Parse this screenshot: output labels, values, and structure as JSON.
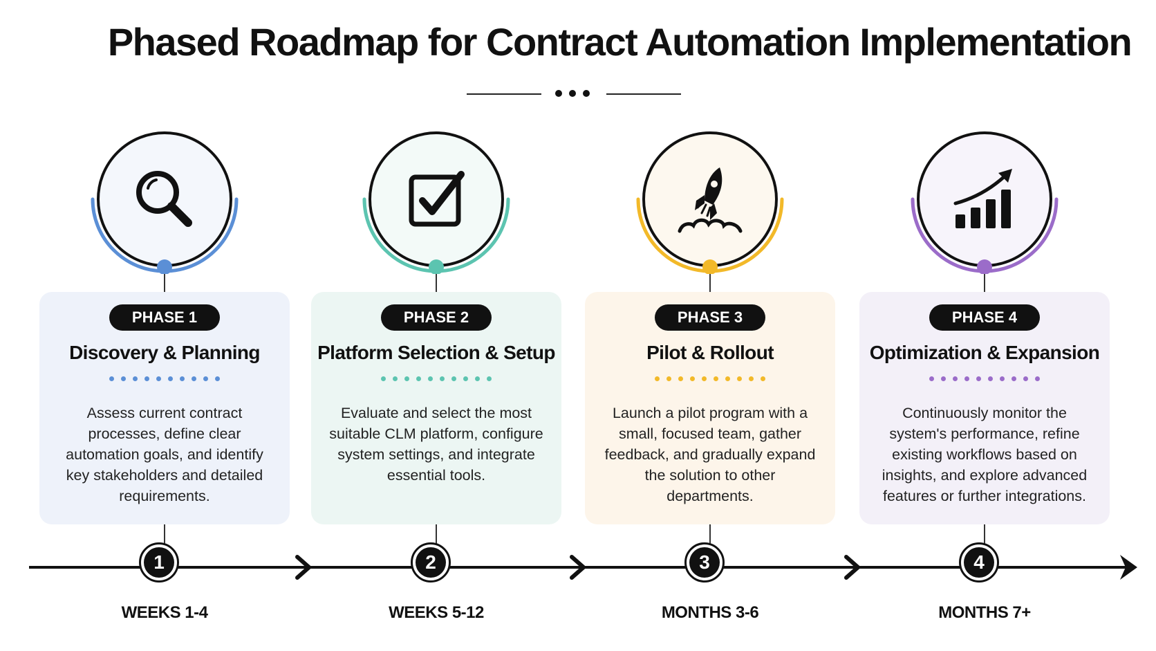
{
  "title": "Phased Roadmap for Contract Automation Implementation",
  "colors": {
    "phase1": "#5b8fd6",
    "phase2": "#5cc4b0",
    "phase3": "#f2b929",
    "phase4": "#9b6cc9",
    "card1": "#eef2fa",
    "card2": "#ecf6f3",
    "card3": "#fdf5ea",
    "card4": "#f3f0f8"
  },
  "phases": [
    {
      "badge": "PHASE 1",
      "title": "Discovery & Planning",
      "description": "Assess current contract processes, define clear automation goals, and identify key stakeholders and detailed requirements.",
      "number": "1",
      "period": "WEEKS 1-4",
      "icon": "magnifying-glass-icon"
    },
    {
      "badge": "PHASE 2",
      "title": "Platform Selection & Setup",
      "description": "Evaluate and select the most suitable CLM platform, configure system settings, and integrate essential tools.",
      "number": "2",
      "period": "WEEKS 5-12",
      "icon": "checkbox-icon"
    },
    {
      "badge": "PHASE 3",
      "title": "Pilot & Rollout",
      "description": "Launch a pilot program with a small, focused team, gather feedback, and gradually expand the solution to other departments.",
      "number": "3",
      "period": "MONTHS 3-6",
      "icon": "rocket-icon"
    },
    {
      "badge": "PHASE 4",
      "title": "Optimization & Expansion",
      "description": "Continuously monitor the system's performance, refine existing workflows based on insights, and explore advanced features or further integrations.",
      "number": "4",
      "period": "MONTHS 7+",
      "icon": "growth-chart-icon"
    }
  ]
}
